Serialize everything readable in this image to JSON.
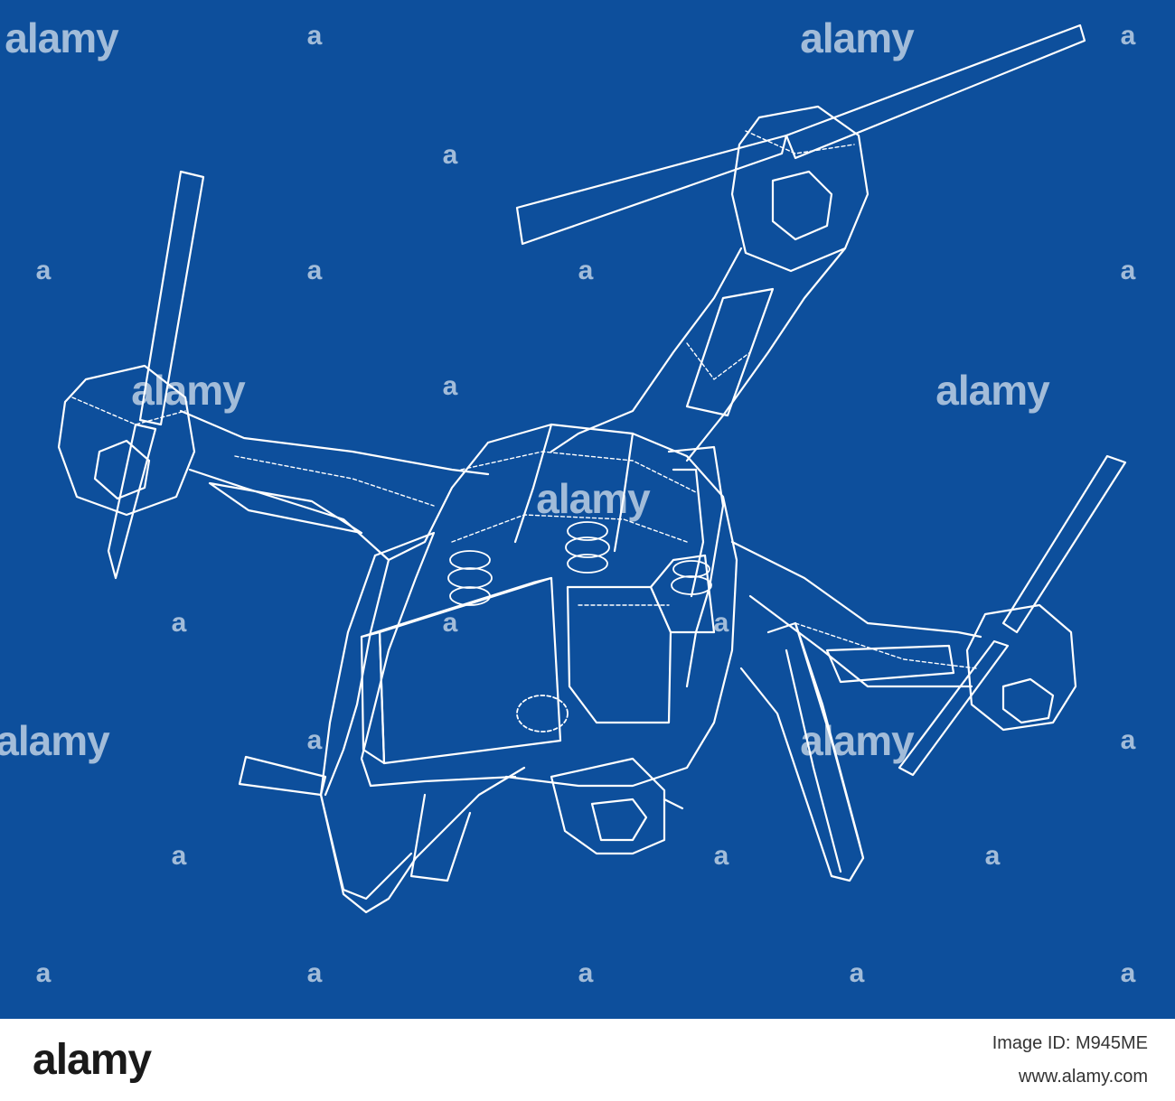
{
  "image": {
    "subject": "quadcopter-drone-wireframe",
    "background_color": "#0d4f9c",
    "line_color": "#ffffff"
  },
  "watermarks": {
    "word": "alamy",
    "letter": "a"
  },
  "footer": {
    "logo": "alamy",
    "image_id": "Image ID: M945ME",
    "url": "www.alamy.com"
  }
}
